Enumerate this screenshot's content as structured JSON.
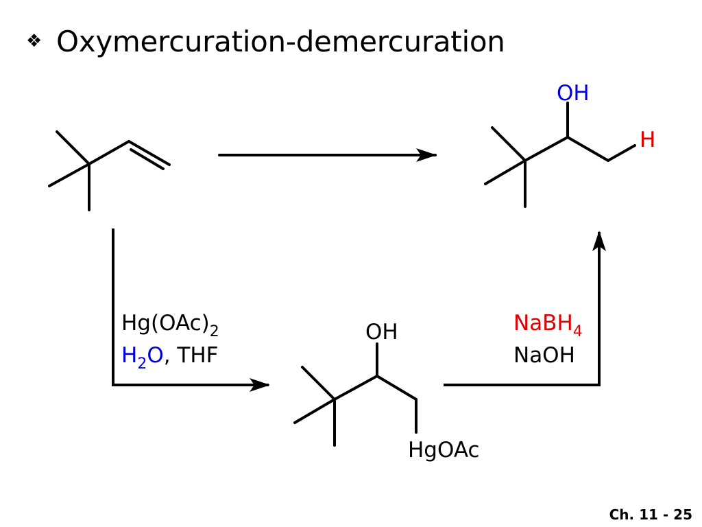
{
  "title": {
    "bullet": "❖",
    "text": "Oxymercuration-demercuration"
  },
  "colors": {
    "text": "#000000",
    "blue": "#0000dd",
    "red": "#dd0000"
  },
  "product": {
    "oh": "OH",
    "h": "H"
  },
  "step1_reagents": {
    "line1_main": "Hg(OAc)",
    "line1_sub": "2",
    "line2_h": "H",
    "line2_sub": "2",
    "line2_o": "O",
    "line2_rest": ", THF"
  },
  "intermediate": {
    "oh": "OH",
    "hgoac": "HgOAc"
  },
  "step2_reagents": {
    "line1_main": "NaBH",
    "line1_sub": "4",
    "line2": "NaOH"
  },
  "footer": "Ch. 11 - 25"
}
